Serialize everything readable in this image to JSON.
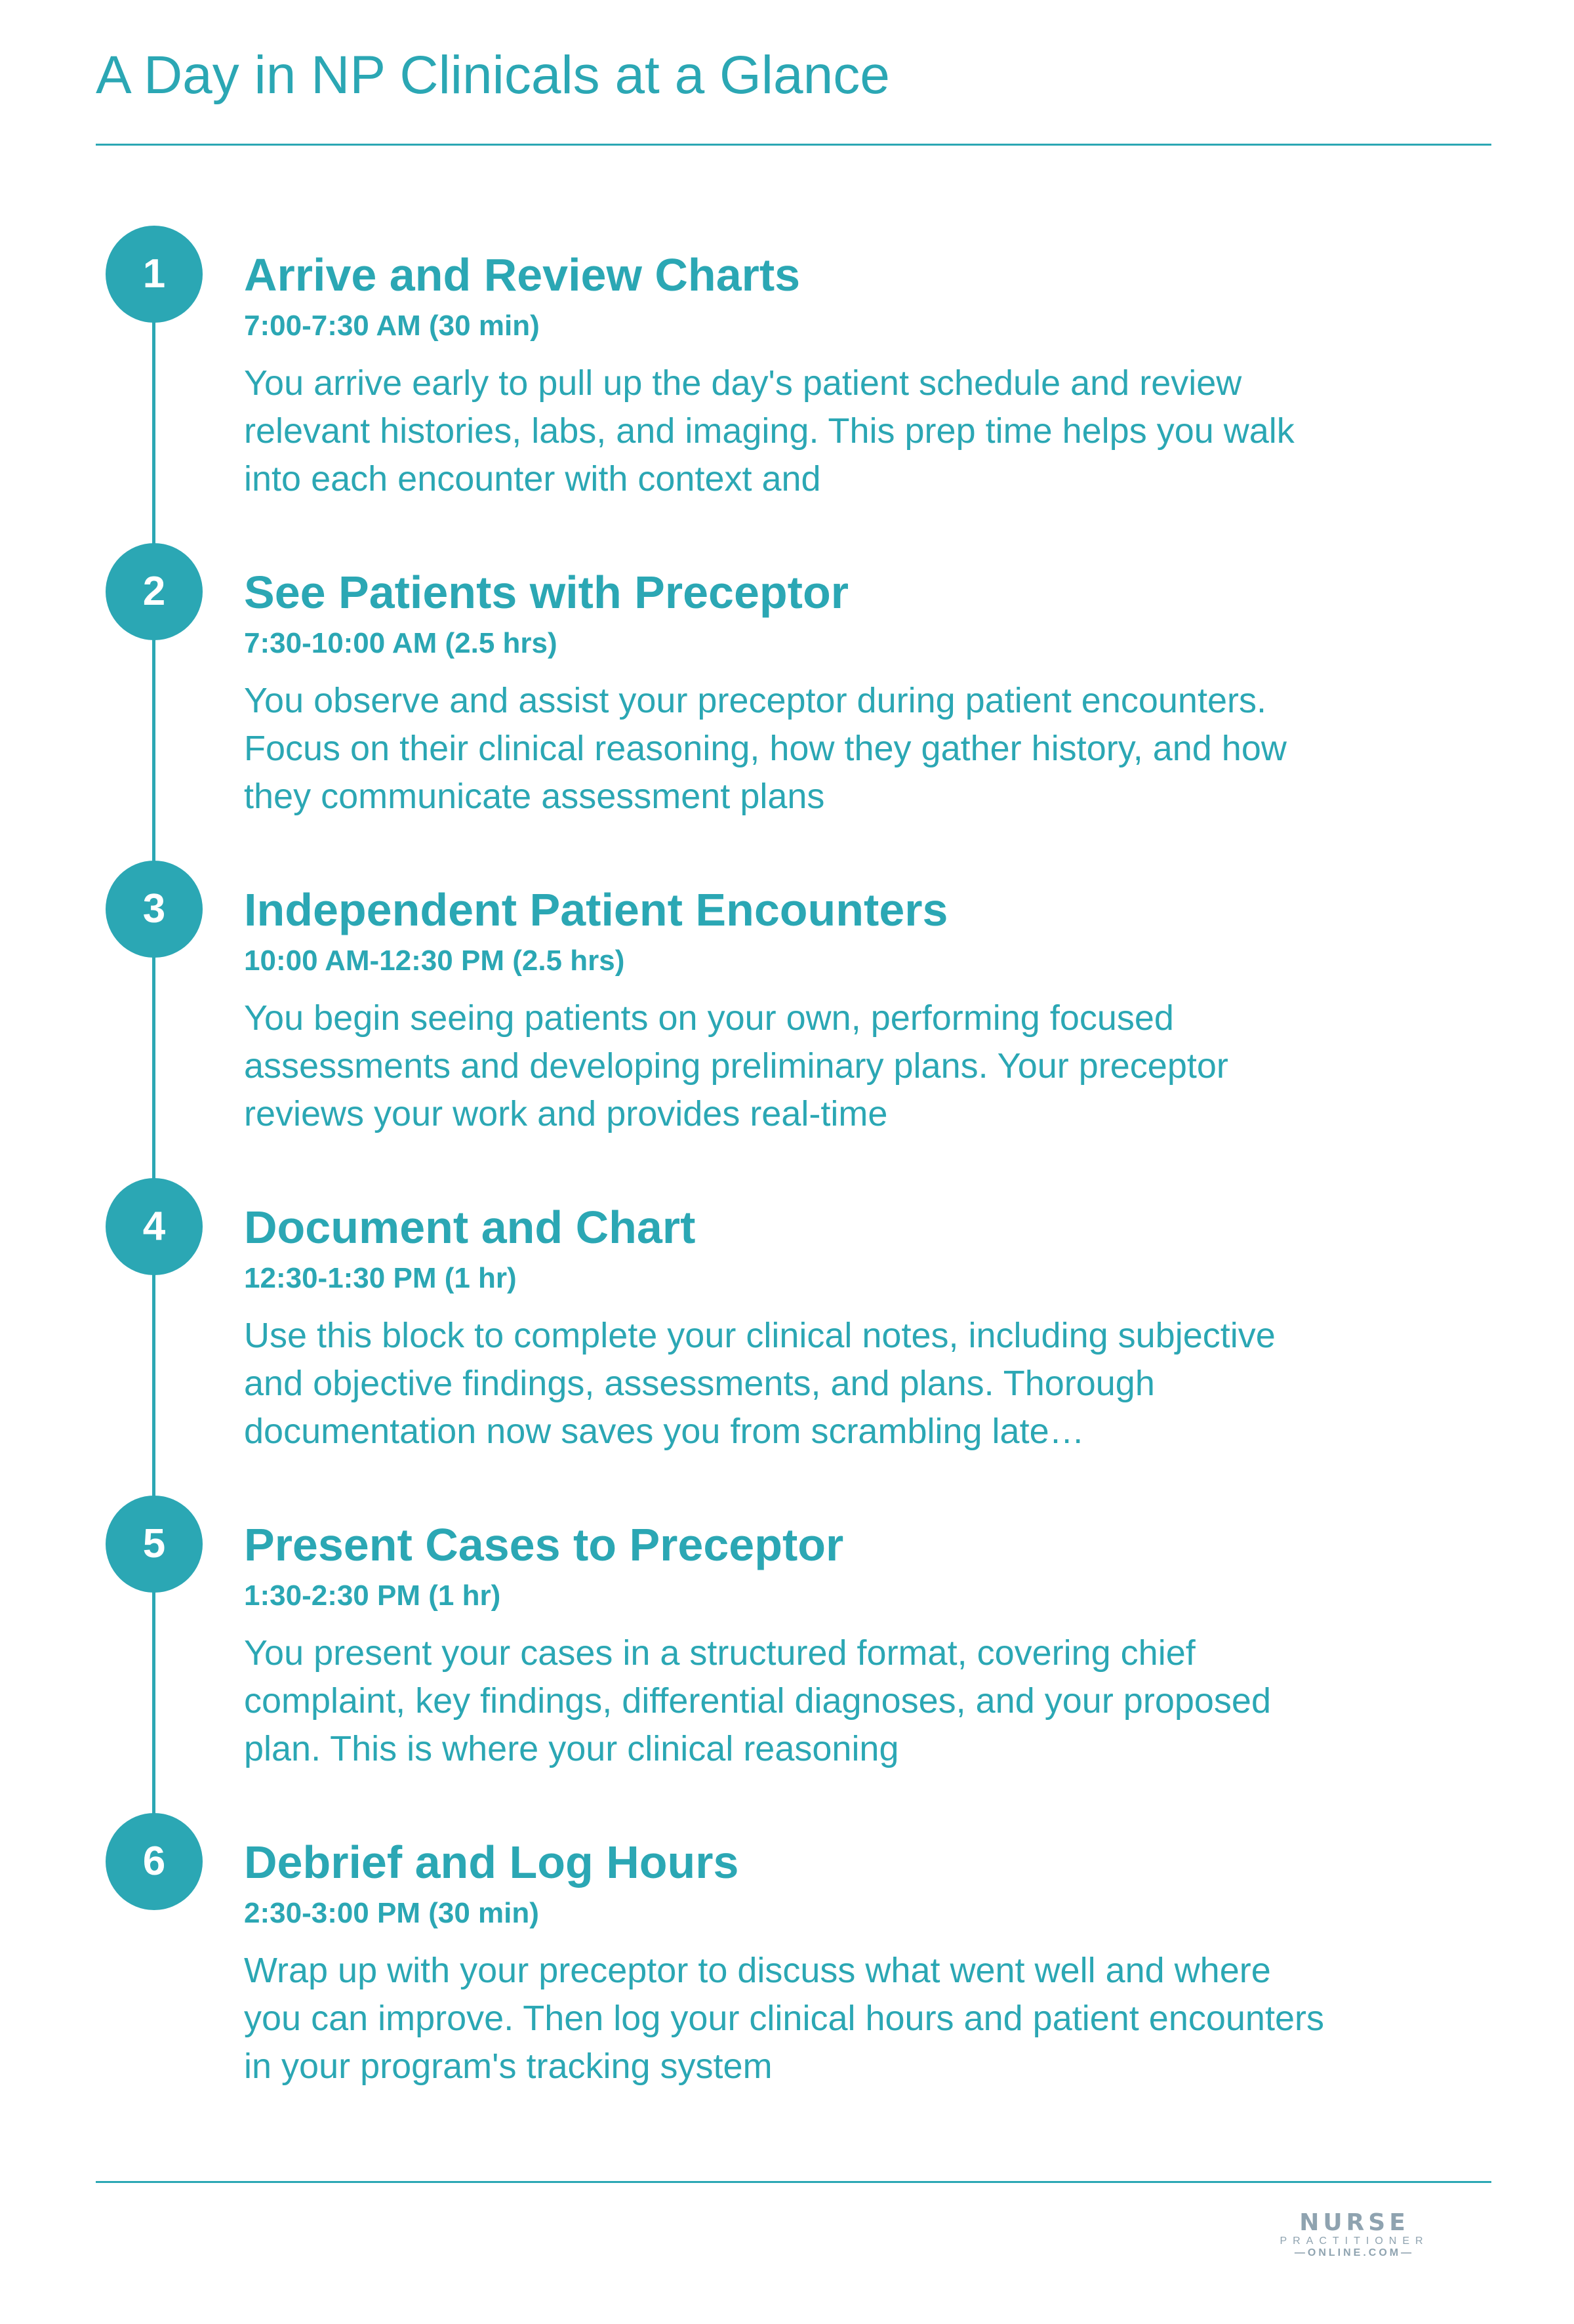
{
  "title": "A Day in NP Clinicals at a Glance",
  "colors": {
    "accent": "#2ba7b4",
    "logo": "#8fa3b0"
  },
  "steps": [
    {
      "number": "1",
      "title": "Arrive and Review Charts",
      "time": "7:00-7:30 AM (30 min)",
      "description": "You arrive early to pull up the day's patient schedule and review relevant histories, labs, and imaging. This prep time helps you walk into each encounter with context and"
    },
    {
      "number": "2",
      "title": "See Patients with Preceptor",
      "time": "7:30-10:00 AM (2.5 hrs)",
      "description": "You observe and assist your preceptor during patient encounters. Focus on their clinical reasoning, how they gather history, and how they communicate assessment plans"
    },
    {
      "number": "3",
      "title": "Independent Patient Encounters",
      "time": "10:00 AM-12:30 PM (2.5 hrs)",
      "description": "You begin seeing patients on your own, performing focused assessments and developing preliminary plans. Your preceptor reviews your work and provides real-time"
    },
    {
      "number": "4",
      "title": "Document and Chart",
      "time": "12:30-1:30 PM (1 hr)",
      "description": "Use this block to complete your clinical notes, including subjective and objective findings, assessments, and plans. Thorough documentation now saves you from scrambling late…"
    },
    {
      "number": "5",
      "title": "Present Cases to Preceptor",
      "time": "1:30-2:30 PM (1 hr)",
      "description": "You present your cases in a structured format, covering chief complaint, key findings, differential diagnoses, and your proposed plan. This is where your clinical reasoning"
    },
    {
      "number": "6",
      "title": "Debrief and Log Hours",
      "time": "2:30-3:00 PM (30 min)",
      "description": "Wrap up with your preceptor to discuss what went well and where you can improve. Then log your clinical hours and patient encounters in your program's tracking system"
    }
  ],
  "logo": {
    "main": "NURSE",
    "line2": "PRACTITIONER",
    "line3": "—ONLINE.COM—"
  }
}
